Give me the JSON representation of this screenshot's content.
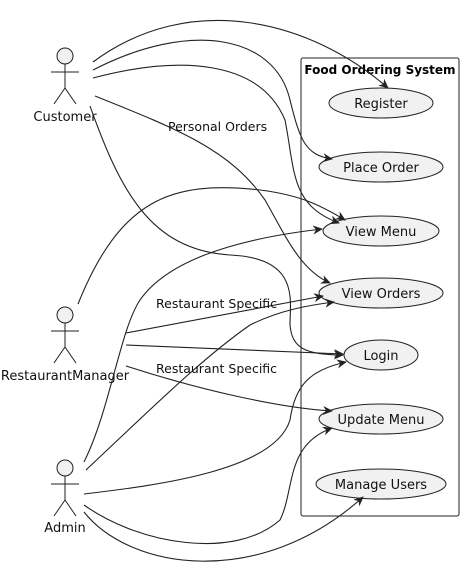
{
  "system": {
    "title": "Food Ordering System"
  },
  "actors": {
    "customer": "Customer",
    "manager": "RestaurantManager",
    "admin": "Admin"
  },
  "use_cases": {
    "register": "Register",
    "place_order": "Place Order",
    "view_menu": "View Menu",
    "view_orders": "View Orders",
    "login": "Login",
    "update_menu": "Update Menu",
    "manage_users": "Manage Users"
  },
  "edge_labels": {
    "customer_view_orders": "Personal Orders",
    "manager_view_orders": "Restaurant Specific",
    "manager_update_menu": "Restaurant Specific"
  },
  "relations": [
    [
      "Customer",
      "Register"
    ],
    [
      "Customer",
      "Place Order"
    ],
    [
      "Customer",
      "View Menu"
    ],
    [
      "Customer",
      "View Orders"
    ],
    [
      "Customer",
      "Login"
    ],
    [
      "RestaurantManager",
      "View Menu"
    ],
    [
      "RestaurantManager",
      "View Orders"
    ],
    [
      "RestaurantManager",
      "Login"
    ],
    [
      "RestaurantManager",
      "Update Menu"
    ],
    [
      "Admin",
      "View Menu"
    ],
    [
      "Admin",
      "View Orders"
    ],
    [
      "Admin",
      "Login"
    ],
    [
      "Admin",
      "Update Menu"
    ],
    [
      "Admin",
      "Manage Users"
    ]
  ],
  "colors": {
    "fill": "#f1f1f1",
    "stroke": "#222222"
  }
}
